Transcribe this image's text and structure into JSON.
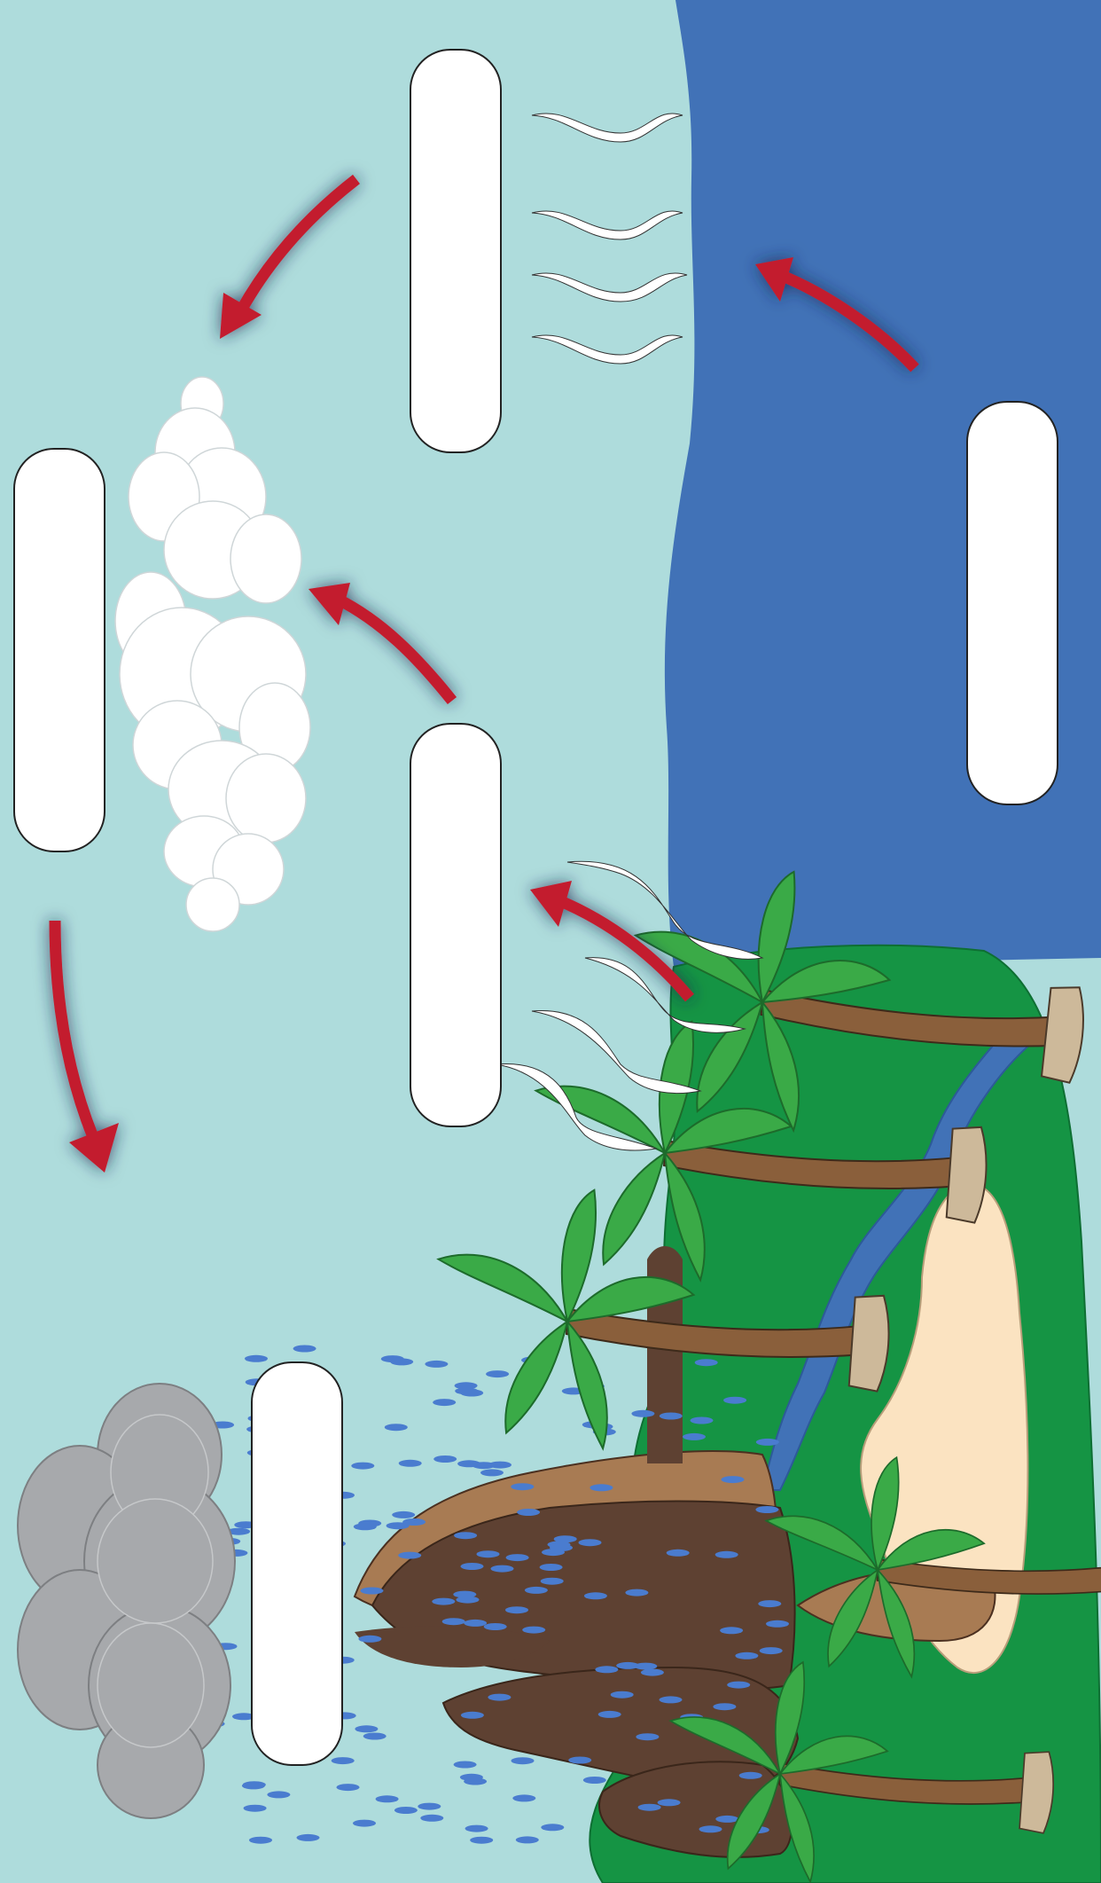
{
  "diagram": {
    "colors": {
      "sky": "#aedcdc",
      "ocean": "#4172b7",
      "land": "#159444",
      "river": "#4172b7",
      "sand": "#fbe3c1",
      "soil": "#5e4132",
      "rock": "#a87b53",
      "arrow": "#c31f2e",
      "palm_leaf": "#3aaa47",
      "palm_trunk": "#8a5f3b",
      "cloud_white": "#ffffff",
      "cloud_gray": "#a7a9ac",
      "rain": "#4a7ccf"
    },
    "icons": [
      "sun-icon",
      "cloud-icon",
      "rain-cloud-icon",
      "palm-tree-icon",
      "vapor-wave-icon",
      "arrow-icon"
    ],
    "labels": [
      {
        "id": "box-top",
        "text": ""
      },
      {
        "id": "box-ocean",
        "text": ""
      },
      {
        "id": "box-cloud",
        "text": ""
      },
      {
        "id": "box-middle",
        "text": ""
      },
      {
        "id": "box-rain",
        "text": ""
      }
    ]
  }
}
